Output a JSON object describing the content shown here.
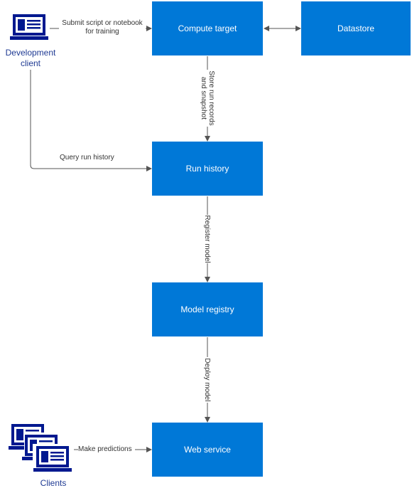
{
  "colors": {
    "box": "#0078d7",
    "box_text": "#ffffff",
    "arrow": "#555555",
    "icon": "#00188f",
    "label_text": "#1f3a93"
  },
  "nodes": {
    "compute_target": "Compute target",
    "datastore": "Datastore",
    "run_history": "Run history",
    "model_registry": "Model registry",
    "web_service": "Web service",
    "development_client": "Development client",
    "clients": "Clients"
  },
  "edges": {
    "submit": "Submit script or notebook for training",
    "store": "Store run records and snapshot",
    "query": "Query run history",
    "register": "Register model",
    "deploy": "Deploy model",
    "predict": "Make predictions"
  },
  "icons": {
    "dev_client": "laptop-icon",
    "clients": "laptop-stack-icon"
  }
}
